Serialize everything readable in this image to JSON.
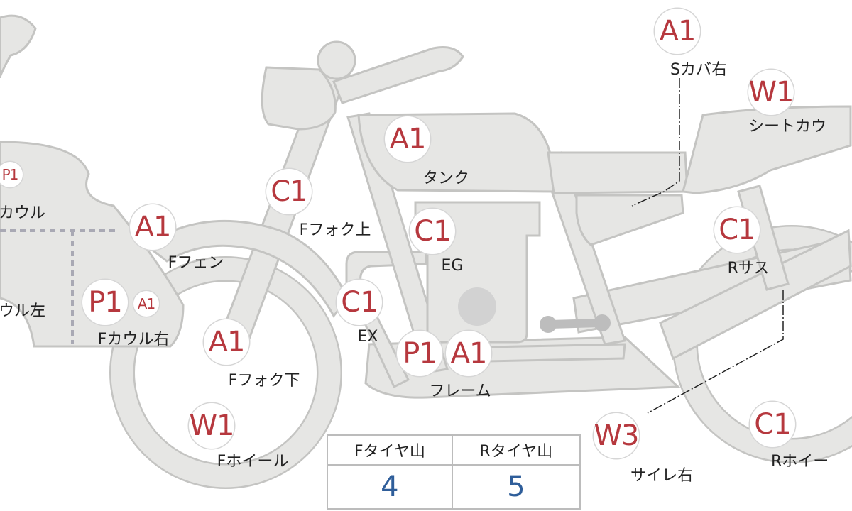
{
  "badges": [
    {
      "id": "a1-s-cover",
      "code": "A1",
      "size": "lg"
    },
    {
      "id": "w1-seat-cowl",
      "code": "W1",
      "size": "lg"
    },
    {
      "id": "a1-tank",
      "code": "A1",
      "size": "lg"
    },
    {
      "id": "p1-cowl",
      "code": "P1",
      "size": "sm"
    },
    {
      "id": "c1-fork-upper",
      "code": "C1",
      "size": "lg"
    },
    {
      "id": "a1-front-fender",
      "code": "A1",
      "size": "lg"
    },
    {
      "id": "c1-engine",
      "code": "C1",
      "size": "lg"
    },
    {
      "id": "c1-rear-suspension",
      "code": "C1",
      "size": "lg"
    },
    {
      "id": "p1-front-cowl-right",
      "code": "P1",
      "size": "lg"
    },
    {
      "id": "a1-front-cowl-right",
      "code": "A1",
      "size": "sm"
    },
    {
      "id": "c1-exhaust",
      "code": "C1",
      "size": "lg"
    },
    {
      "id": "a1-fork-lower",
      "code": "A1",
      "size": "lg"
    },
    {
      "id": "p1-frame",
      "code": "P1",
      "size": "lg"
    },
    {
      "id": "a1-frame",
      "code": "A1",
      "size": "lg"
    },
    {
      "id": "w1-front-wheel",
      "code": "W1",
      "size": "lg"
    },
    {
      "id": "w3-silencer-right",
      "code": "W3",
      "size": "lg"
    },
    {
      "id": "c1-rear-wheel",
      "code": "C1",
      "size": "lg"
    }
  ],
  "labels": [
    {
      "id": "s-cover-right",
      "text": "Sカバ右"
    },
    {
      "id": "seat-cowl",
      "text": "シートカウ"
    },
    {
      "id": "tank",
      "text": "タンク"
    },
    {
      "id": "cowl",
      "text": "カウル"
    },
    {
      "id": "fork-upper",
      "text": "Fフォク上"
    },
    {
      "id": "front-fender",
      "text": "Fフェン"
    },
    {
      "id": "engine",
      "text": "EG"
    },
    {
      "id": "rear-suspension",
      "text": "Rサス"
    },
    {
      "id": "cowl-left",
      "text": "ウル左"
    },
    {
      "id": "front-cowl-right",
      "text": "Fカウル右"
    },
    {
      "id": "exhaust",
      "text": "EX"
    },
    {
      "id": "fork-lower",
      "text": "Fフォク下"
    },
    {
      "id": "frame",
      "text": "フレーム"
    },
    {
      "id": "front-wheel",
      "text": "Fホイール"
    },
    {
      "id": "silencer-right",
      "text": "サイレ右"
    },
    {
      "id": "rear-wheel",
      "text": "Rホイー"
    }
  ],
  "tire_table": {
    "headers": [
      "Fタイヤ山",
      "Rタイヤ山"
    ],
    "values": [
      "4",
      "5"
    ]
  },
  "colors": {
    "badge_text": "#b6383e",
    "value_text": "#2f5e9a",
    "bike_fill": "#e6e6e4",
    "bike_stroke": "#c4c4c2"
  }
}
